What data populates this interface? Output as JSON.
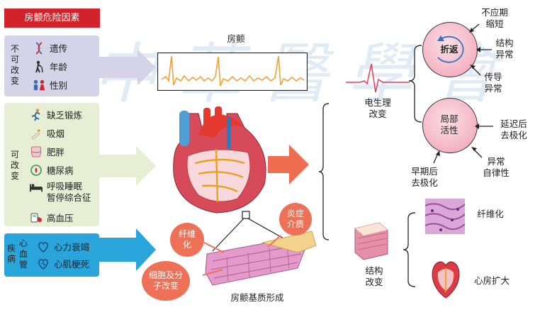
{
  "title": "房颤危险因素",
  "groups": {
    "unmodifiable": {
      "label": "不可改变",
      "items": [
        "遗传",
        "年龄",
        "性别"
      ]
    },
    "modifiable": {
      "label": "可改变",
      "items": [
        "缺乏锻炼",
        "吸烟",
        "肥胖",
        "糖尿病",
        "呼吸睡眠",
        "暂停综合征",
        "高血压"
      ]
    },
    "disease": {
      "label": "疾病",
      "sub_label": "心血管",
      "items": [
        "心力衰竭",
        "心肌梗死"
      ]
    }
  },
  "ecg_title": "房颤",
  "watermark": "中華醫學會",
  "center": {
    "electro_label": [
      "电生理",
      "改变"
    ],
    "structural_label": [
      "结构",
      "改变"
    ],
    "substrate_label": "房颤基质形成",
    "bubbles": {
      "fibrosis": [
        "纤维",
        "化"
      ],
      "inflammation": [
        "炎症",
        "介质"
      ],
      "cellular": [
        "细胞及分",
        "子改变"
      ]
    }
  },
  "reentry": {
    "label": "折返",
    "factors": {
      "refractory": [
        "不应期",
        "缩短"
      ],
      "structural": [
        "结构",
        "异常"
      ],
      "conduction": [
        "传导",
        "异常"
      ]
    }
  },
  "local_activity": {
    "label": [
      "局部",
      "活性"
    ],
    "factors": {
      "delayed": [
        "延迟后",
        "去极化"
      ],
      "automaticity": [
        "异常",
        "自律性"
      ],
      "early": [
        "早期后",
        "去极化"
      ]
    }
  },
  "structural_results": {
    "fibrosis": "纤维化",
    "dilation": "心房扩大"
  },
  "colors": {
    "title_bg": "#d2232a",
    "panel_unmodifiable": "#d4d3e8",
    "panel_modifiable": "#e6efd4",
    "panel_disease": "#2aa5dc",
    "arrow": "#ee6c50",
    "bubble": "#ed7157",
    "ecg": "#f0a23a"
  },
  "icons": [
    "dna-icon",
    "elderly-icon",
    "gender-icon",
    "runner-icon",
    "cigarette-icon",
    "waist-icon",
    "glucose-icon",
    "sleep-bed-icon",
    "bp-monitor-icon",
    "heart-failure-icon",
    "infarction-icon"
  ]
}
